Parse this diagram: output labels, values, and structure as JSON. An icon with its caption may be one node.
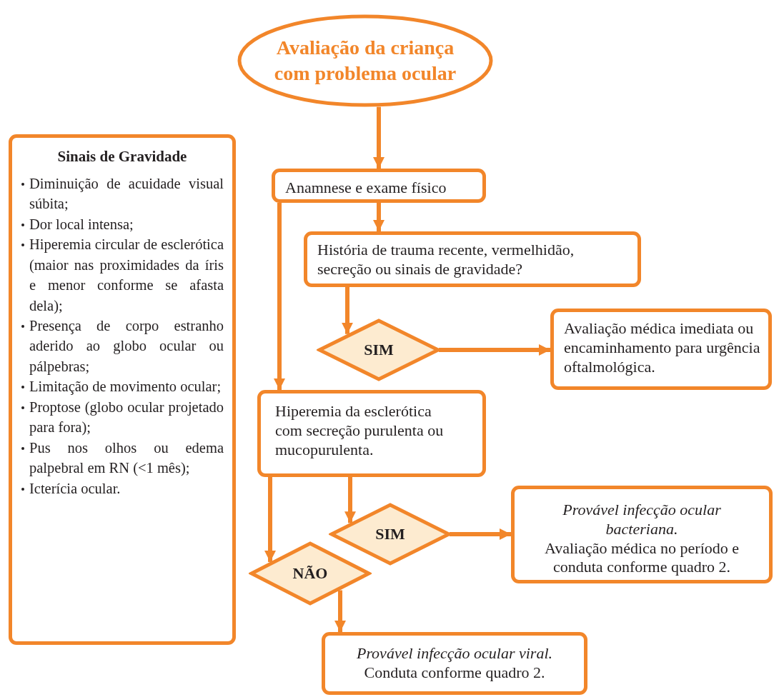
{
  "diagram": {
    "nodes": [
      {
        "text": [
          "Avaliação da criança com problema ocular"
        ]
      },
      {
        "text": [
          "Sinais de Gravidade",
          "Diminuição de acuidade visual súbita;",
          "Dor local intensa;",
          "Hiperemia circular de esclerótica (maior nas proximidades da íris e menor conforme se afasta dela);",
          "Presença de corpo estranho aderido ao globo ocular ou pálpebras;",
          "Limitação de movimento ocular;",
          "Proptose (globo ocular projetado para fora);",
          "Pus nos olhos ou edema palpebral em RN (<1 mês);",
          "Icterícia ocular."
        ]
      },
      {
        "text": [
          "Anamnese e exame físico"
        ]
      },
      {
        "text": [
          "História de trauma recente, vermelhidão, secreção ou sinais de gravidade?"
        ]
      },
      {
        "text": [
          "SIM"
        ]
      },
      {
        "text": [
          "Avaliação médica imediata ou encaminhamento para urgência oftalmológica."
        ]
      },
      {
        "text": [
          "Hiperemia da esclerótica com secreção purulenta ou mucopurulenta."
        ]
      },
      {
        "text": [
          "SIM"
        ]
      },
      {
        "text": [
          "NÃO"
        ]
      },
      {
        "text": [
          "Provável infecção ocular bacteriana.",
          "Avaliação médica no período e conduta conforme quadro 2."
        ]
      },
      {
        "text": [
          "Provável infecção ocular viral.",
          "Conduta conforme quadro 2."
        ]
      }
    ],
    "edges": [
      {
        "from": 0,
        "to": 2,
        "arrow": "to"
      },
      {
        "from": 2,
        "to": 3,
        "arrow": "to"
      },
      {
        "from": 3,
        "to": 4,
        "arrow": "to"
      },
      {
        "from": 4,
        "to": 5,
        "arrow": "to"
      },
      {
        "from": 2,
        "to": 6,
        "arrow": "to"
      },
      {
        "from": 6,
        "to": 7,
        "arrow": "to"
      },
      {
        "from": 6,
        "to": 8,
        "arrow": "to"
      },
      {
        "from": 7,
        "to": 9,
        "arrow": "to"
      },
      {
        "from": 8,
        "to": 10,
        "arrow": "to"
      }
    ]
  }
}
